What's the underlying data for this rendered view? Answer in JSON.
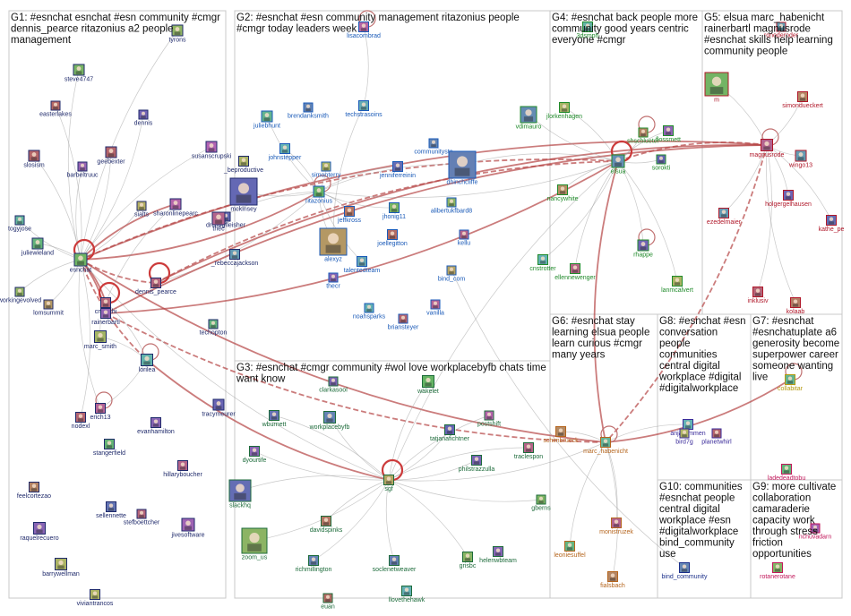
{
  "groups": [
    {
      "id": "G1",
      "title_lines": [
        "G1: #esnchat esnchat #esn community #cmgr",
        "dennis_pearce ritazonius a2 people",
        "management"
      ],
      "label_color": "#1f2a6b"
    },
    {
      "id": "G2",
      "title_lines": [
        "G2: #esnchat #esn community management ritazonius people",
        "#cmgr today leaders week"
      ],
      "label_color": "#1a5ab8"
    },
    {
      "id": "G3",
      "title_lines": [
        "G3: #esnchat #cmgr community #wol love workplacebyfb chats time",
        "want know"
      ],
      "label_color": "#1c6b3a"
    },
    {
      "id": "G4",
      "title_lines": [
        "G4: #esnchat back people more",
        "community good years centric",
        "everyone #cmgr"
      ],
      "label_color": "#1f8a2a"
    },
    {
      "id": "G5",
      "title_lines": [
        "G5: elsua marc_habenicht",
        "rainerbartl magnusrode",
        "#esnchat skills help learning",
        "community people"
      ],
      "label_color": "#b0182a"
    },
    {
      "id": "G6",
      "title_lines": [
        "G6: #esnchat stay",
        "learning elsua people",
        "learn curious #cmgr",
        "many years"
      ],
      "label_color": "#b5651d"
    },
    {
      "id": "G7",
      "title_lines": [
        "G7: #esnchat",
        "#esnchatuplate a6",
        "generosity become",
        "superpower career",
        "someone wanting",
        "live"
      ],
      "label_color": "#b59a10"
    },
    {
      "id": "G8",
      "title_lines": [
        "G8: #esnchat #esn",
        "conversation",
        "people",
        "communities",
        "central digital",
        "workplace #digital",
        "#digitalworkplace"
      ],
      "label_color": "#3a2b9a"
    },
    {
      "id": "G9",
      "title_lines": [
        "G9: more cultivate",
        "collaboration",
        "camaraderie",
        "capacity work",
        "through stress",
        "friction",
        "opportunities"
      ],
      "label_color": "#c2185b"
    },
    {
      "id": "G10",
      "title_lines": [
        "G10: communities",
        "#esnchat people",
        "central digital",
        "workplace #esn",
        "#digitalworkplace",
        "bind_community",
        "use"
      ],
      "label_color": "#1a2f8a"
    }
  ],
  "nodes": [
    {
      "name": "steve4747",
      "group": "G1"
    },
    {
      "name": "dennis",
      "group": "G1"
    },
    {
      "name": "easterlakes",
      "group": "G1"
    },
    {
      "name": "slosism",
      "group": "G1"
    },
    {
      "name": "barbeltruuc",
      "group": "G1"
    },
    {
      "name": "geebexter",
      "group": "G1"
    },
    {
      "name": "susanscrupski",
      "group": "G1"
    },
    {
      "name": "_beproductive",
      "group": "G1"
    },
    {
      "name": "sialts",
      "group": "G1"
    },
    {
      "name": "sharonlinepearc",
      "group": "G1"
    },
    {
      "name": "mckinsey",
      "group": "G1"
    },
    {
      "name": "drcralgfleisher",
      "group": "G1"
    },
    {
      "name": "thec",
      "group": "G1"
    },
    {
      "name": "_rebeccajackson",
      "group": "G1"
    },
    {
      "name": "togyjose",
      "group": "G1"
    },
    {
      "name": "juliewieland",
      "group": "G1"
    },
    {
      "name": "esnchat",
      "group": "G1"
    },
    {
      "name": "dennis_pearce",
      "group": "G1"
    },
    {
      "name": "workingevolved",
      "group": "G1"
    },
    {
      "name": "lomsummit",
      "group": "G1"
    },
    {
      "name": "cmgrchi",
      "group": "G1"
    },
    {
      "name": "rainerbartl",
      "group": "G1"
    },
    {
      "name": "marc_smith",
      "group": "G1"
    },
    {
      "name": "techopton",
      "group": "G1"
    },
    {
      "name": "lorilea",
      "group": "G1"
    },
    {
      "name": "tracymeurer",
      "group": "G1"
    },
    {
      "name": "erich13",
      "group": "G1"
    },
    {
      "name": "nodexl",
      "group": "G1"
    },
    {
      "name": "evanhamilton",
      "group": "G1"
    },
    {
      "name": "stangerfield",
      "group": "G1"
    },
    {
      "name": "hillaryboucher",
      "group": "G1"
    },
    {
      "name": "feelcortezao",
      "group": "G1"
    },
    {
      "name": "sellennette",
      "group": "G1"
    },
    {
      "name": "stefboettcher",
      "group": "G1"
    },
    {
      "name": "jivesoftware",
      "group": "G1"
    },
    {
      "name": "raquelrecuero",
      "group": "G1"
    },
    {
      "name": "barrywellman",
      "group": "G1"
    },
    {
      "name": "viviantrancos",
      "group": "G1"
    },
    {
      "name": "tyrons",
      "group": "G1"
    },
    {
      "name": "lisacombrad",
      "group": "G2"
    },
    {
      "name": "techstrasoins",
      "group": "G2"
    },
    {
      "name": "juliebhunt",
      "group": "G2"
    },
    {
      "name": "brendanksmith",
      "group": "G2"
    },
    {
      "name": "johnstepper",
      "group": "G2"
    },
    {
      "name": "simonterry",
      "group": "G2"
    },
    {
      "name": "jenniferreinin",
      "group": "G2"
    },
    {
      "name": "communitysta",
      "group": "G2"
    },
    {
      "name": "dhinchcliffe",
      "group": "G2"
    },
    {
      "name": "ritazonius",
      "group": "G2"
    },
    {
      "name": "jeffkross",
      "group": "G2"
    },
    {
      "name": "jhonig11",
      "group": "G2"
    },
    {
      "name": "alibertukfbard8",
      "group": "G2"
    },
    {
      "name": "joellegitton",
      "group": "G2"
    },
    {
      "name": "kellu",
      "group": "G2"
    },
    {
      "name": "alexyz",
      "group": "G2"
    },
    {
      "name": "talentedteam",
      "group": "G2"
    },
    {
      "name": "thecr",
      "group": "G2"
    },
    {
      "name": "bind_com",
      "group": "G2"
    },
    {
      "name": "noahsparks",
      "group": "G2"
    },
    {
      "name": "briansteyer",
      "group": "G2"
    },
    {
      "name": "vanilla",
      "group": "G2"
    },
    {
      "name": "clarkasool",
      "group": "G3"
    },
    {
      "name": "wakelet",
      "group": "G3"
    },
    {
      "name": "wburnett",
      "group": "G3"
    },
    {
      "name": "workplacebyfb",
      "group": "G3"
    },
    {
      "name": "postshift",
      "group": "G3"
    },
    {
      "name": "tatjanafichtner",
      "group": "G3"
    },
    {
      "name": "dyourtife",
      "group": "G3"
    },
    {
      "name": "traclespon",
      "group": "G3"
    },
    {
      "name": "slackhq",
      "group": "G3"
    },
    {
      "name": "sgf",
      "group": "G3"
    },
    {
      "name": "philstrazzulla",
      "group": "G3"
    },
    {
      "name": "davidspinks",
      "group": "G3"
    },
    {
      "name": "gberns",
      "group": "G3"
    },
    {
      "name": "zoom_us",
      "group": "G3"
    },
    {
      "name": "richmillington",
      "group": "G3"
    },
    {
      "name": "soclenetweaver",
      "group": "G3"
    },
    {
      "name": "helenwbteam",
      "group": "G3"
    },
    {
      "name": "grisbc",
      "group": "G3"
    },
    {
      "name": "llovethehawk",
      "group": "G3"
    },
    {
      "name": "euan",
      "group": "G3"
    },
    {
      "name": "3dsmph",
      "group": "G4"
    },
    {
      "name": "jlorkenhagen",
      "group": "G4"
    },
    {
      "name": "vdimauro",
      "group": "G4"
    },
    {
      "name": "elsua",
      "group": "G4"
    },
    {
      "name": "shschlueter",
      "group": "G4"
    },
    {
      "name": "flossmett",
      "group": "G4"
    },
    {
      "name": "sorokti",
      "group": "G4"
    },
    {
      "name": "nancywhite",
      "group": "G4"
    },
    {
      "name": "rhappe",
      "group": "G4"
    },
    {
      "name": "cnstrotter",
      "group": "G4"
    },
    {
      "name": "ellennewenger",
      "group": "G4"
    },
    {
      "name": "lanmcalvert",
      "group": "G4"
    },
    {
      "name": "m",
      "group": "G5"
    },
    {
      "name": "ronoderoder",
      "group": "G5"
    },
    {
      "name": "simondueckert",
      "group": "G5"
    },
    {
      "name": "magnusrode",
      "group": "G5"
    },
    {
      "name": "wingo13",
      "group": "G5"
    },
    {
      "name": "holgergelhausen",
      "group": "G5"
    },
    {
      "name": "ezedelmaier",
      "group": "G5"
    },
    {
      "name": "kathe_pe",
      "group": "G5"
    },
    {
      "name": "inklusiv",
      "group": "G5"
    },
    {
      "name": "kolaab",
      "group": "G5"
    },
    {
      "name": "schimbrueck",
      "group": "G6"
    },
    {
      "name": "marc_habenicht",
      "group": "G6"
    },
    {
      "name": "monistruzek",
      "group": "G6"
    },
    {
      "name": "leoniesuffel",
      "group": "G6"
    },
    {
      "name": "fialsbach",
      "group": "G6"
    },
    {
      "name": "collabitar",
      "group": "G7"
    },
    {
      "name": "anjaizimmen",
      "group": "G8"
    },
    {
      "name": "bird7g",
      "group": "G8"
    },
    {
      "name": "planetwhirl",
      "group": "G8"
    },
    {
      "name": "bind_community",
      "group": "G10"
    },
    {
      "name": "ladedeadtobu",
      "group": "G9"
    },
    {
      "name": "rotanerotane",
      "group": "G9"
    },
    {
      "name": "nchuvadarn",
      "group": "G9"
    }
  ],
  "edge_color_default": "#9a9a9a",
  "edge_color_strong": "#b54545"
}
